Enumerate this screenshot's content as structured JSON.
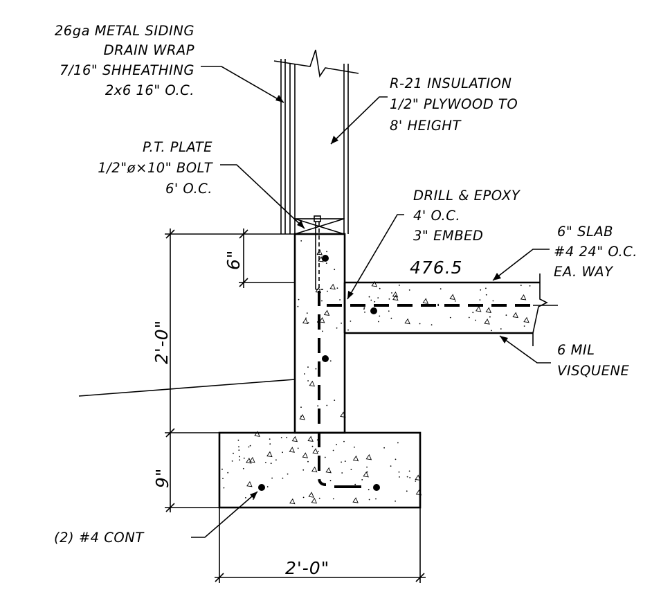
{
  "labels": {
    "siding": [
      "26ga METAL SIDING",
      "DRAIN WRAP",
      "7/16\" SHHEATHING",
      "2x6 16\" O.C."
    ],
    "insulation": [
      "R-21 INSULATION",
      "1/2\" PLYWOOD TO",
      "8' HEIGHT"
    ],
    "plate": [
      "P.T. PLATE",
      "1/2\"ø×10\" BOLT",
      "6' O.C."
    ],
    "dowel": [
      "DRILL & EPOXY",
      "4' O.C.",
      "3\" EMBED"
    ],
    "slab": [
      "6\" SLAB",
      "#4 24\" O.C.",
      "EA. WAY"
    ],
    "vapor": [
      "6 MIL",
      "VISQUENE"
    ],
    "footing_rebar": "(2) #4 CONT",
    "elevation": "476.5"
  },
  "dimensions": {
    "stem_height": "2'-0\"",
    "embed_depth": "6\"",
    "footing_depth": "9\"",
    "footing_width": "2'-0\""
  }
}
